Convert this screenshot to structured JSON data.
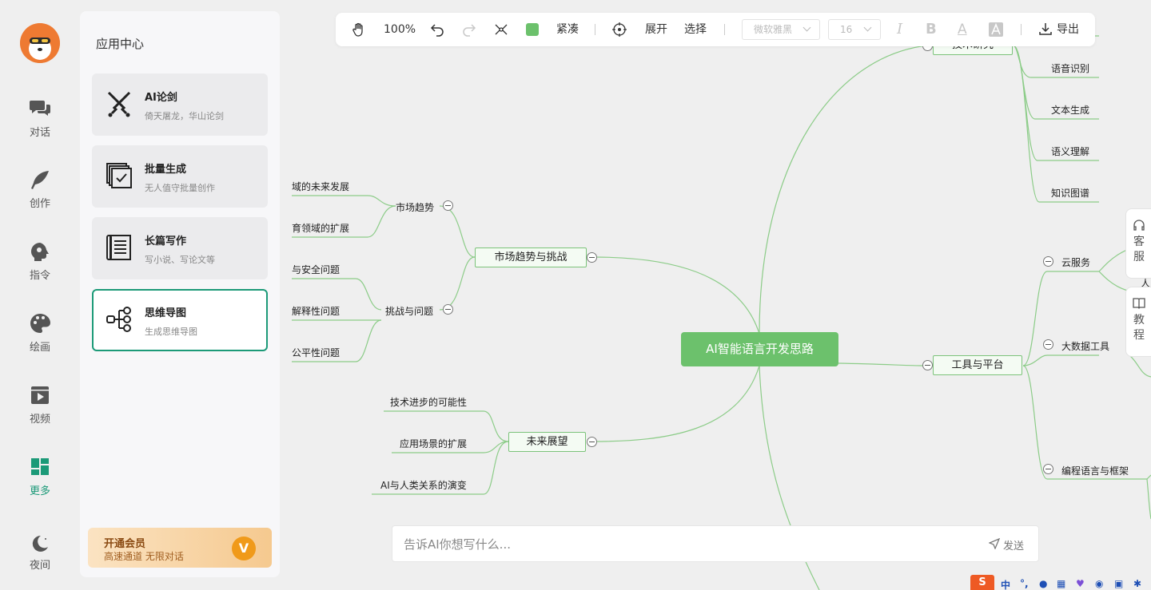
{
  "rail": {
    "items": [
      {
        "label": "对话",
        "icon": "chat-icon"
      },
      {
        "label": "创作",
        "icon": "feather-icon"
      },
      {
        "label": "指令",
        "icon": "brain-icon"
      },
      {
        "label": "绘画",
        "icon": "palette-icon"
      },
      {
        "label": "视频",
        "icon": "video-icon"
      },
      {
        "label": "更多",
        "icon": "grid-icon",
        "active": true
      },
      {
        "label": "夜间",
        "icon": "moon-icon"
      }
    ]
  },
  "panel": {
    "title": "应用中心",
    "cards": [
      {
        "title": "AI论剑",
        "subtitle": "倚天屠龙，华山论剑",
        "icon": "swords-icon"
      },
      {
        "title": "批量生成",
        "subtitle": "无人值守批量创作",
        "icon": "batch-icon"
      },
      {
        "title": "长篇写作",
        "subtitle": "写小说、写论文等",
        "icon": "scroll-icon"
      },
      {
        "title": "思维导图",
        "subtitle": "生成思维导图",
        "icon": "mindmap-icon",
        "active": true
      }
    ],
    "vip": {
      "title": "开通会员",
      "subtitle": "高速通道 无限对话",
      "badge": "V"
    }
  },
  "toolbar": {
    "zoom": "100%",
    "layout": "紧凑",
    "layout_color": "#6cc16c",
    "expand": "展开",
    "select": "选择",
    "font_family": "微软雅黑",
    "font_size": "16",
    "export": "导出"
  },
  "mindmap": {
    "root": "AI智能语言开发思路",
    "left_branches": {
      "market": "市场趋势与挑战",
      "market_trend": "市场趋势",
      "trend_1": "域的未来发展",
      "trend_2": "育领域的扩展",
      "challenge": "挑战与问题",
      "challenge_1": "与安全问题",
      "challenge_2": "解释性问题",
      "challenge_3": "公平性问题",
      "future": "未来展望",
      "future_1": "技术进步的可能性",
      "future_2": "应用场景的扩展",
      "future_3": "AI与人类关系的演变"
    },
    "right_branches": {
      "research": "技术研究",
      "research_1": "语音识别",
      "research_2": "文本生成",
      "research_3": "语义理解",
      "research_4": "知识图谱",
      "tools": "工具与平台",
      "cloud": "云服务",
      "bigdata": "大数据工具",
      "lang": "编程语言与框架",
      "edge_char": "人"
    }
  },
  "chat": {
    "placeholder": "告诉AI你想写什么...",
    "send": "发送"
  },
  "side_tabs": [
    {
      "label": "客服",
      "icon": "headset-icon"
    },
    {
      "label": "教程",
      "icon": "book-icon"
    }
  ],
  "ime": {
    "logo": "S",
    "lang": "中"
  },
  "colors": {
    "accent": "#1c9a78",
    "mindmap_green": "#6cc16c",
    "line_green": "#8ccc88"
  }
}
